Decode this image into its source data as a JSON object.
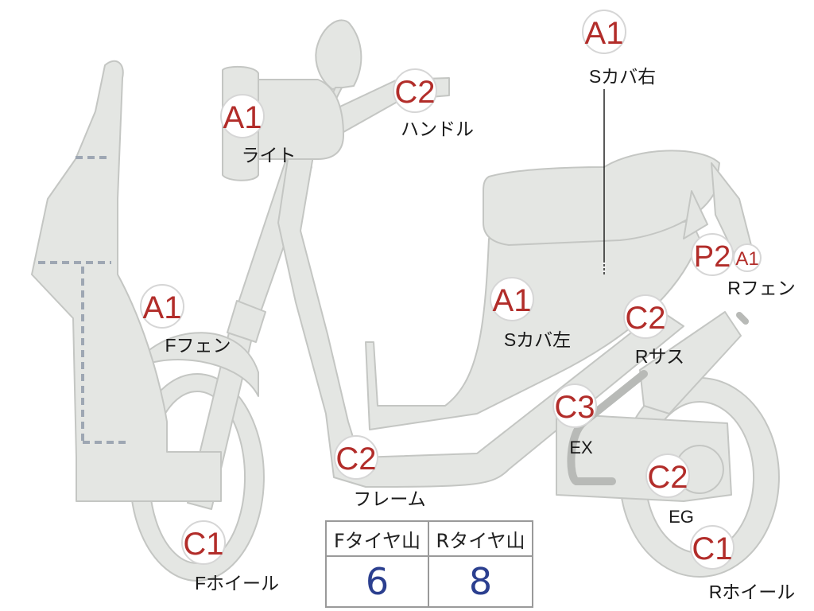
{
  "colors": {
    "part_fill": "#e4e6e3",
    "part_stroke": "#c4c6c3",
    "badge_text": "#b22d2a",
    "label_text": "#1a1a1a",
    "value_text": "#2b3f8f",
    "dashed": "#9ea7b3"
  },
  "badges": [
    {
      "id": "s-cover-right",
      "grade": "A1",
      "label": "Sカバ右"
    },
    {
      "id": "light",
      "grade": "A1",
      "label": "ライト"
    },
    {
      "id": "handle",
      "grade": "C2",
      "label": "ハンドル"
    },
    {
      "id": "front-fender",
      "grade": "A1",
      "label": "Fフェン"
    },
    {
      "id": "s-cover-left",
      "grade": "A1",
      "label": "Sカバ左"
    },
    {
      "id": "rear-fender",
      "grade": "P2",
      "grade2": "A1",
      "label": "Rフェン"
    },
    {
      "id": "rear-suspension",
      "grade": "C2",
      "label": "Rサス"
    },
    {
      "id": "exhaust",
      "grade": "C3",
      "label": "EX"
    },
    {
      "id": "frame",
      "grade": "C2",
      "label": "フレーム"
    },
    {
      "id": "engine",
      "grade": "C2",
      "label": "EG"
    },
    {
      "id": "front-wheel",
      "grade": "C1",
      "label": "Fホイール"
    },
    {
      "id": "rear-wheel",
      "grade": "C1",
      "label": "Rホイール"
    }
  ],
  "tire_table": {
    "front_header": "Fタイヤ山",
    "rear_header": "Rタイヤ山",
    "front_value": "6",
    "rear_value": "8"
  }
}
